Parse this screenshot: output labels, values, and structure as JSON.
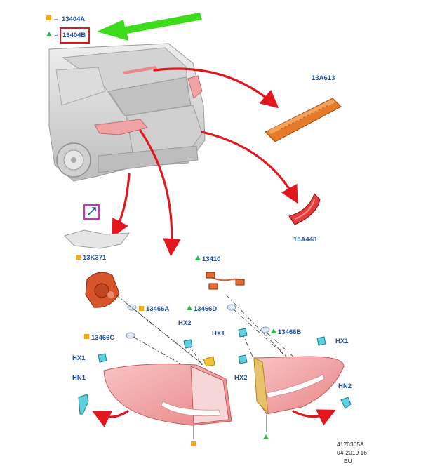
{
  "legend": {
    "square_code": "13404A",
    "triangle_code": "13404B",
    "equals": "="
  },
  "parts": {
    "high_mount_lamp": "13A613",
    "reflector": "15A448",
    "lamp_housing": "13K371",
    "wiring_harness": "13410",
    "bulb_a": "13466A",
    "bulb_c": "13466C",
    "bulb_d": "13466D",
    "bulb_b": "13466B"
  },
  "fasteners": {
    "hx2_left": "HX2",
    "hx1_left": "HX1",
    "hn1": "HN1",
    "hx1_mid": "HX1",
    "hx2_mid": "HX2",
    "hx1_right": "HX1",
    "hn2": "HN2"
  },
  "footer": {
    "code": "4170305A",
    "date": "04-2019 16",
    "region": "EU"
  },
  "colors": {
    "label_blue": "#1f4f9e",
    "square_orange": "#f5a623",
    "triangle_green": "#2db84a",
    "arrow_red": "#e3161d",
    "arrow_green": "#3ddc1a",
    "lamp_red": "#f19a9c",
    "highlight_magenta": "#e81fd0"
  }
}
